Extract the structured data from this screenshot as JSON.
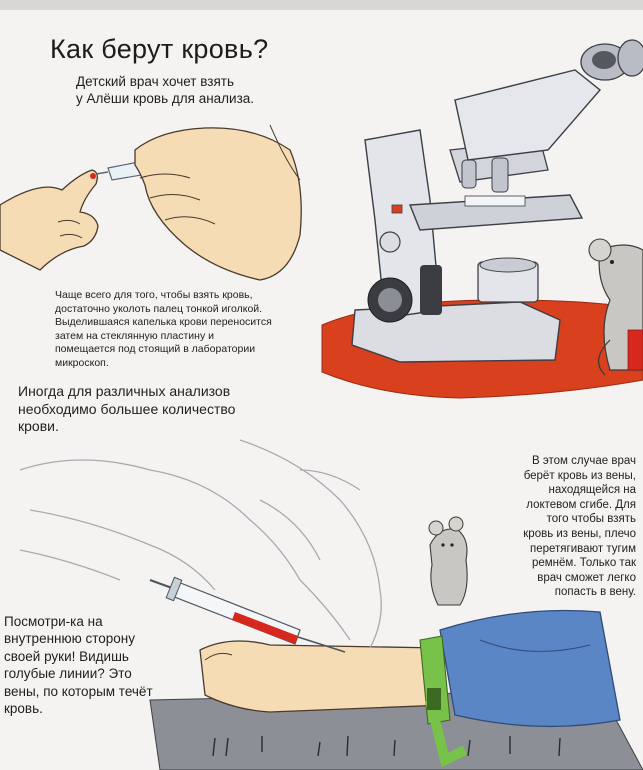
{
  "title": "Как берут кровь?",
  "subtitle": [
    "Детский врач хочет взять",
    "у Алёши кровь для анализа."
  ],
  "finger_text": [
    "Чаще всего для того, чтобы взять кровь,",
    "достаточно уколоть палец тонкой иголкой.",
    "Выделившаяся капелька крови переносится",
    "затем на стеклянную пластину и",
    "помещается под стоящий в лаборатории",
    "микроскоп."
  ],
  "analysis_text": [
    "Иногда для различных анализов",
    "необходимо большее количество",
    "крови."
  ],
  "vein_text": [
    "В этом случае  врач",
    "берёт кровь из вены,",
    "находящейся на",
    "локтевом сгибе. Для",
    "того чтобы взять",
    "кровь из вены, плечо",
    "перетягивают тугим",
    "ремнём. Только так",
    "врач сможет легко",
    "попасть в вену."
  ],
  "arm_text": [
    "Посмотри-ка на",
    "внутреннюю сторону",
    "своей руки! Видишь",
    "голубые линии? Это",
    "вены, по которым течёт",
    "кровь."
  ],
  "colors": {
    "table_top": "#d8401e",
    "sleeve": "#5b86c6",
    "strap": "#79c24a",
    "skin": "#f6dcb4",
    "blood": "#d7281e",
    "microscope": "#dcdde2"
  },
  "icons": [
    "microscope-illustration",
    "mouse-illustration",
    "syringe-illustration",
    "finger-prick-illustration",
    "gloved-hand-illustration"
  ]
}
